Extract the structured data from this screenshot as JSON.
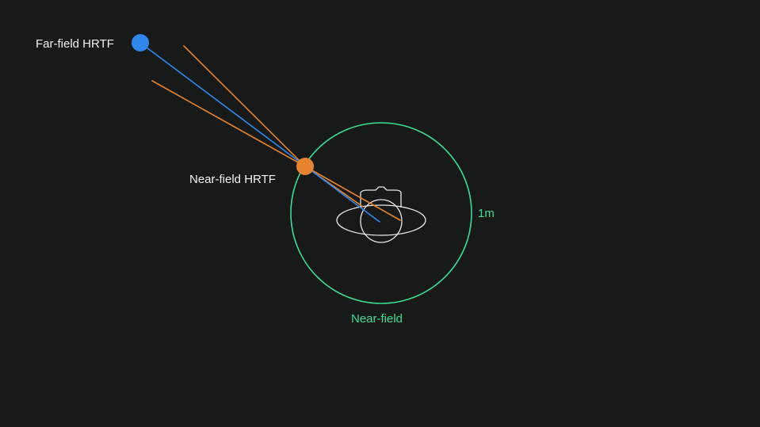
{
  "labels": {
    "far_field": "Far-field HRTF",
    "near_field_source": "Near-field HRTF",
    "radius": "1m",
    "near_field_zone": "Near-field"
  },
  "colors": {
    "background": "#171a18",
    "far_field_source": "#2f87ec",
    "near_field_source": "#e8832f",
    "near_field_circle": "#3ddc97",
    "head_outline": "#e9e9e9",
    "text": "#f2f2f2"
  },
  "icons": {
    "far_source": "blue-dot-icon",
    "near_source": "orange-dot-icon",
    "listener": "listener-head-icon"
  }
}
